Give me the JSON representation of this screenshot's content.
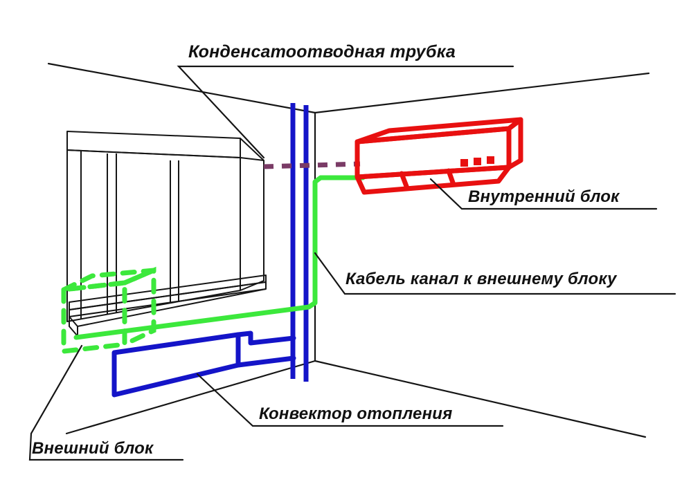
{
  "diagram": {
    "title_label": "Конденсатоотводная трубка",
    "labels": {
      "drain_tube": "Конденсатоотводная трубка",
      "indoor_unit": "Внутренний блок",
      "cable_channel": "Кабель канал к внешнему блоку",
      "heating_convector": "Конвектор отопления",
      "outdoor_unit": "Внешний блок"
    },
    "colors": {
      "indoor_unit": "#e81010",
      "cable_channel": "#3ce83c",
      "outdoor_unit": "#3ce83c",
      "convector": "#1414c8",
      "pipes": "#1414c8",
      "drain_tube": "#7a3b66",
      "room_lines": "#151515",
      "text": "#111111",
      "background": "#ffffff"
    },
    "elements": {
      "room": "corner-perspective-room",
      "window": "three-pane-window-with-sill",
      "indoor_unit_shape": "wall-mounted-split-unit-3d-box",
      "indoor_unit_indicators": 3,
      "outdoor_unit_shape": "dashed-3d-box-hidden-behind-wall",
      "convector_shape": "parallelogram-box-with-two-pipes",
      "riser_pipes": 2,
      "drain_tube_style": "dashed"
    }
  }
}
